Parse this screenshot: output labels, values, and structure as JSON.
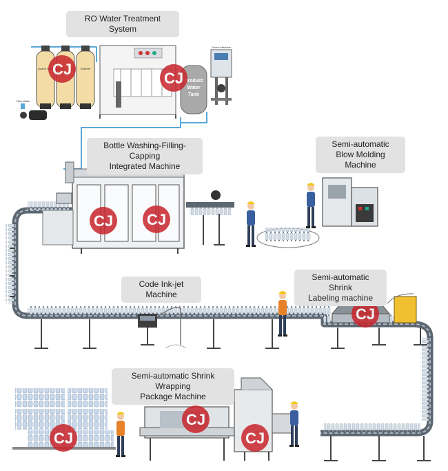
{
  "labels": {
    "ro": "RO Water Treatment System",
    "washing_line1": "Bottle Washing-Filling-Capping",
    "washing_line2": "Integrated Machine",
    "blow_line1": "Semi-automatic",
    "blow_line2": "Blow Molding Machine",
    "inkjet": "Code Ink-jet Machine",
    "shrink_label_line1": "Semi-automatic Shrink",
    "shrink_label_line2": "Labeling machine",
    "wrap_line1": "Semi-automatic Shrink Wrapping",
    "wrap_line2": "Package Machine"
  },
  "small_text": {
    "tank1": "Quartz Sand",
    "tank2": "Active Carbon",
    "tank3": "Softener",
    "raw_water": "Raw Water",
    "product_tank1": "Product",
    "product_tank2": "Water",
    "product_tank3": "Tank",
    "ozone": "Ozone Machine"
  },
  "watermark_text": "CJ",
  "colors": {
    "label_bg": "#e2e2e2",
    "pipe": "#5aa8d8",
    "conveyor": "#5d6771",
    "bottle": "#c8d6e2",
    "watermark": "#c8252c",
    "worker_shirt": "#3a5f9e",
    "helmet": "#f2c81e",
    "orange_vest": "#e8822a"
  }
}
